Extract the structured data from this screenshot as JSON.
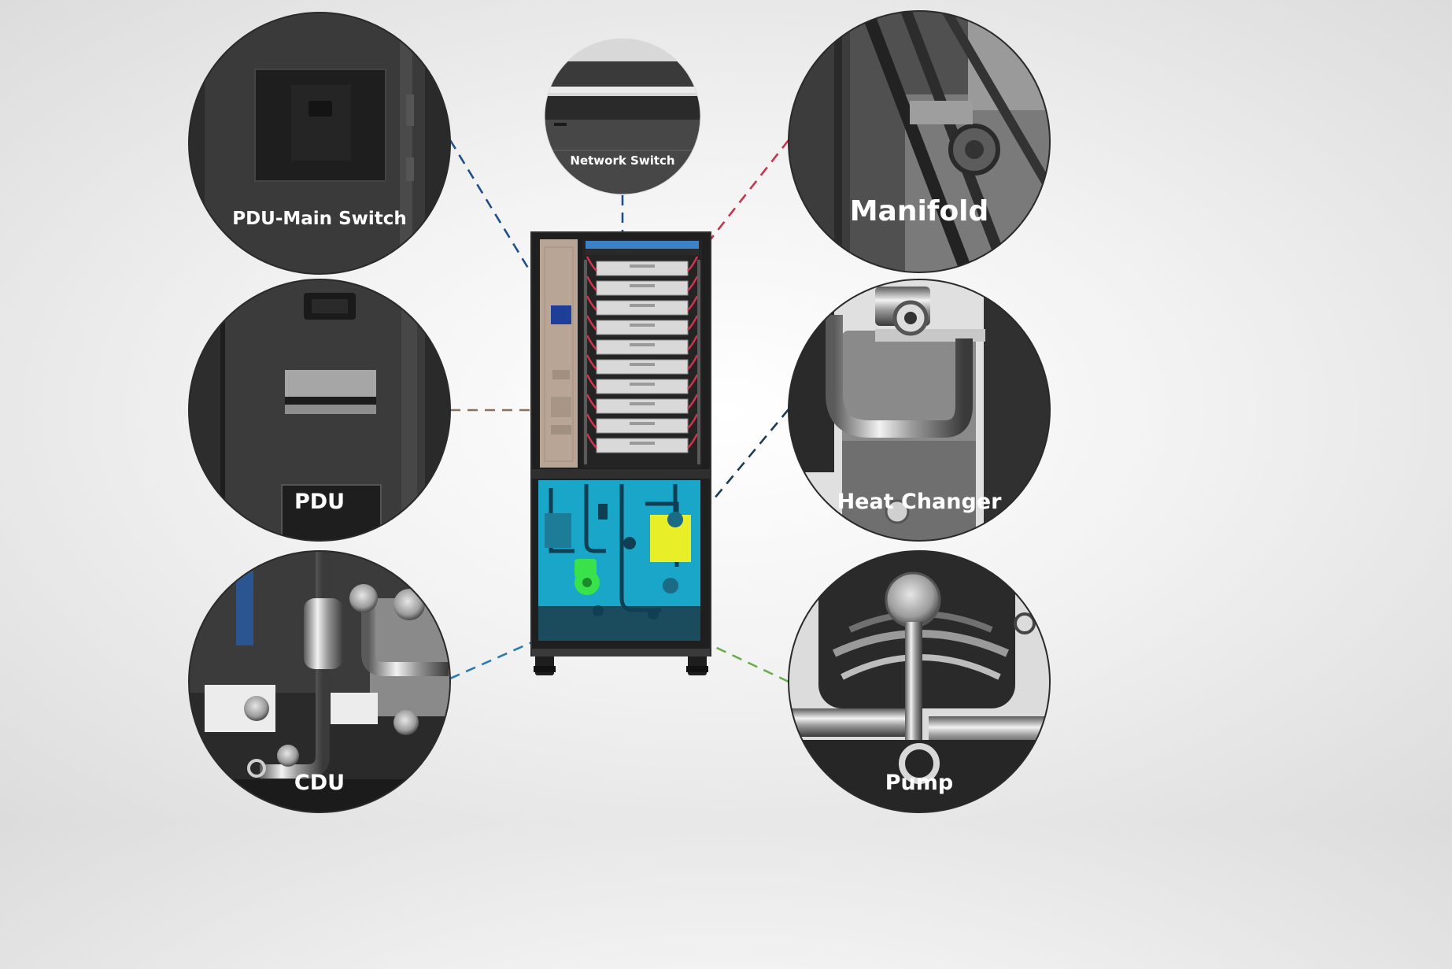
{
  "callouts": {
    "pdu_main_switch": "PDU-Main Switch",
    "network_switch": "Network Switch",
    "manifold": "Manifold",
    "pdu": "PDU",
    "heat_changer": "Heat Changer",
    "cdu": "CDU",
    "pump": "Pump"
  },
  "colors": {
    "pdu_main_switch_line": "#1f4e8c",
    "network_switch_line": "#1f4e8c",
    "manifold_line": "#c8344f",
    "pdu_line": "#8a6e5e",
    "heat_changer_line": "#1f3b55",
    "cdu_line": "#2a7ab0",
    "pump_line": "#6aae4a",
    "main_switch_marker": "#1d3f9a",
    "cdu_highlight": "#1aa6c9",
    "heat_exchanger_highlight": "#e8ee28",
    "pump_highlight": "#39e24a",
    "manifold_hoses": "#d4344c",
    "pdu_panel": "#b9a595"
  }
}
